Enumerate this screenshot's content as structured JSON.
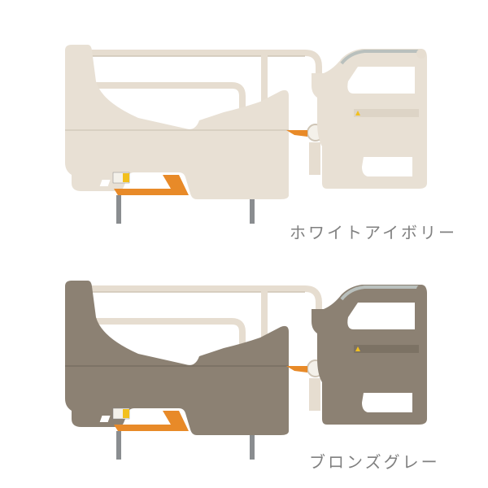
{
  "variants": [
    {
      "id": "white-ivory",
      "label": "ホワイトアイボリー",
      "colors": {
        "panel": "#e8e0d4",
        "panel_shadow": "#d8cfc1",
        "panel_line": "#c9bfb0",
        "rail": "#e6ddd0",
        "rail_shade": "#cfc5b6",
        "grip": "#b9c0bd",
        "lever": "#e88a28",
        "pole": "#8a8d90"
      }
    },
    {
      "id": "bronze-gray",
      "label": "ブロンズグレー",
      "colors": {
        "panel": "#8c8173",
        "panel_shadow": "#7c7264",
        "panel_line": "#6e6558",
        "rail": "#e6ddd0",
        "rail_shade": "#cfc5b6",
        "grip": "#b9c0bd",
        "lever": "#e88a28",
        "pole": "#8a8d90"
      }
    }
  ]
}
